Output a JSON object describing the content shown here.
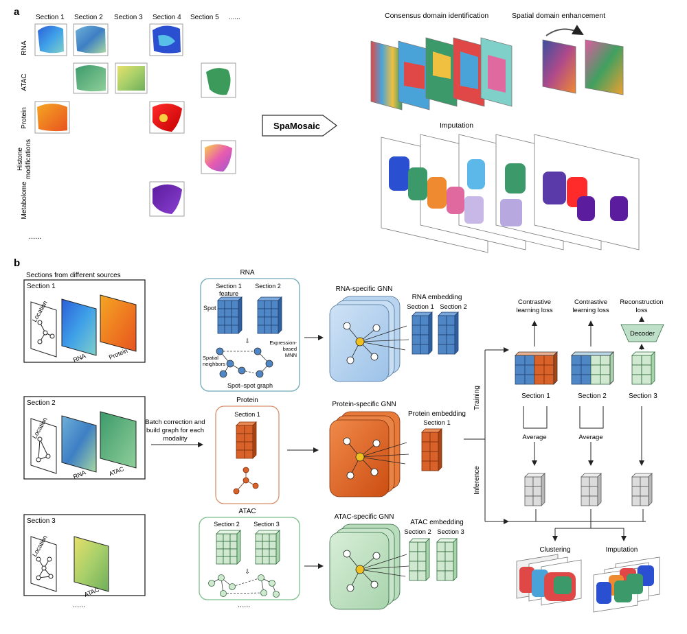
{
  "panel_a": {
    "label": "a",
    "section_headers": [
      "Section 1",
      "Section 2",
      "Section 3",
      "Section 4",
      "Section 5",
      "......"
    ],
    "modalities": [
      "RNA",
      "ATAC",
      "Protein",
      "Histone modifications",
      "Metabolome"
    ],
    "row_ellipsis": "......",
    "method_name": "SpaMosaic",
    "consensus_title": "Consensus domain identification",
    "enhancement_title": "Spatial domain enhancement",
    "imputation_title": "Imputation"
  },
  "panel_b": {
    "label": "b",
    "sources_title": "Sections from different sources",
    "sections": [
      {
        "title": "Section 1",
        "location": "Location",
        "mod1": "RNA",
        "mod2": "Protein"
      },
      {
        "title": "Section 2",
        "location": "Location",
        "mod1": "RNA",
        "mod2": "ATAC"
      },
      {
        "title": "Section 3",
        "location": "Location",
        "mod1": "ATAC"
      }
    ],
    "bottom_ellipsis": "......",
    "batch_correction": [
      "Batch correction and",
      "build graph for each",
      "modality"
    ],
    "rna_box": {
      "title": "RNA",
      "feat1": [
        "Section 1",
        "feature"
      ],
      "feat2": "Section 2",
      "spot": "Spot",
      "mnn": [
        "Expression-",
        "based",
        "MNN"
      ],
      "spatial": [
        "Spatial",
        "neighbors"
      ],
      "graph": "Spot–spot graph"
    },
    "protein_box": {
      "title": "Protein",
      "section": "Section 1"
    },
    "atac_box": {
      "title": "ATAC",
      "sec_a": "Section 2",
      "sec_b": "Section 3"
    },
    "gnns": [
      "RNA-specific GNN",
      "Protein-specific GNN",
      "ATAC-specific GNN"
    ],
    "embeddings": {
      "rna": {
        "title": "RNA embedding",
        "s1": "Section 1",
        "s2": "Section 2"
      },
      "protein": {
        "title": "Protein embedding",
        "s1": "Section 1"
      },
      "atac": {
        "title": "ATAC embedding",
        "s1": "Section 2",
        "s2": "Section 3"
      }
    },
    "training": "Training",
    "inference": "Inference",
    "losses": [
      [
        "Contrastive",
        "learning loss"
      ],
      [
        "Contrastive",
        "learning loss"
      ],
      [
        "Reconstruction",
        "loss"
      ]
    ],
    "decoder": "Decoder",
    "out_sections": [
      "Section 1",
      "Section 2",
      "Section 3"
    ],
    "average": "Average",
    "clustering": "Clustering",
    "imputation": "Imputation"
  },
  "colors": {
    "rna_blue": "#4f86c6",
    "protein_orange": "#d9622b",
    "atac_green": "#cfe8cf",
    "gray_cube": "#dcdcdc",
    "rna_box": "#6fa8b8",
    "protein_box": "#d9906a",
    "atac_box": "#7cbf8a"
  }
}
